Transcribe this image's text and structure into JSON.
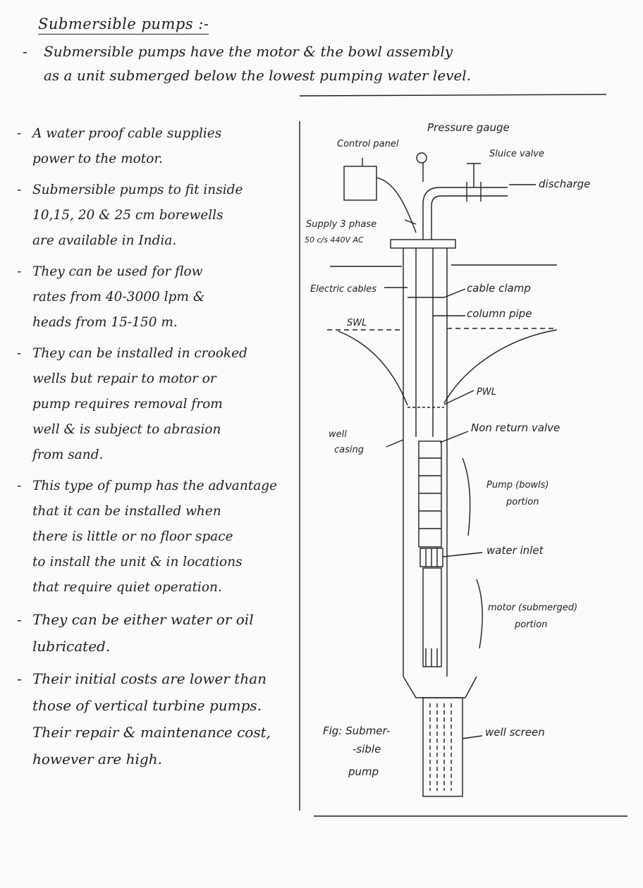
{
  "heading": "Submersible pumps :-",
  "intro": {
    "line1": "Submersible pumps have the motor & the bowl assembly",
    "line2": "as a unit submerged below the lowest pumping water level."
  },
  "notes": [
    {
      "lines": [
        "A water proof cable supplies",
        "power to the motor."
      ]
    },
    {
      "lines": [
        "Submersible pumps to fit inside",
        "10,15, 20 & 25 cm borewells",
        "are available in India."
      ]
    },
    {
      "lines": [
        "They can be used for flow",
        "rates from 40-3000 lpm &",
        "heads from 15-150 m."
      ]
    },
    {
      "lines": [
        "They can be installed in crooked",
        "wells but repair to motor or",
        "pump requires removal from",
        "well & is subject to abrasion",
        "from sand."
      ]
    },
    {
      "lines": [
        "This type of pump has the advantage",
        "that it can be installed when",
        "there is little or no floor space",
        "to install the unit & in locations",
        "that require quiet operation."
      ]
    },
    {
      "lines": [
        "They can be either water or oil",
        "lubricated."
      ]
    },
    {
      "lines": [
        "Their initial costs are lower than",
        "those of vertical turbine pumps.",
        "Their repair & maintenance cost,",
        "however are high."
      ]
    }
  ],
  "diagram": {
    "control_panel": "Control panel",
    "pressure_gauge": "Pressure gauge",
    "sluice_valve": "Sluice valve",
    "discharge": "discharge",
    "supply_line1": "Supply 3 phase",
    "supply_line2": "50 c/s 440V AC",
    "electric_cables": "Electric cables",
    "cable_clamp": "cable clamp",
    "column_pipe": "column pipe",
    "swl": "SWL",
    "pwl": "PWL",
    "well_casing_line1": "well",
    "well_casing_line2": "casing",
    "non_return_valve": "Non return valve",
    "pump_portion_line1": "Pump (bowls)",
    "pump_portion_line2": "portion",
    "water_inlet": "water inlet",
    "motor_portion_line1": "motor (submerged)",
    "motor_portion_line2": "portion",
    "well_screen": "well screen",
    "caption_line1": "Fig: Submer-",
    "caption_line2": "-sible",
    "caption_line3": "pump"
  }
}
